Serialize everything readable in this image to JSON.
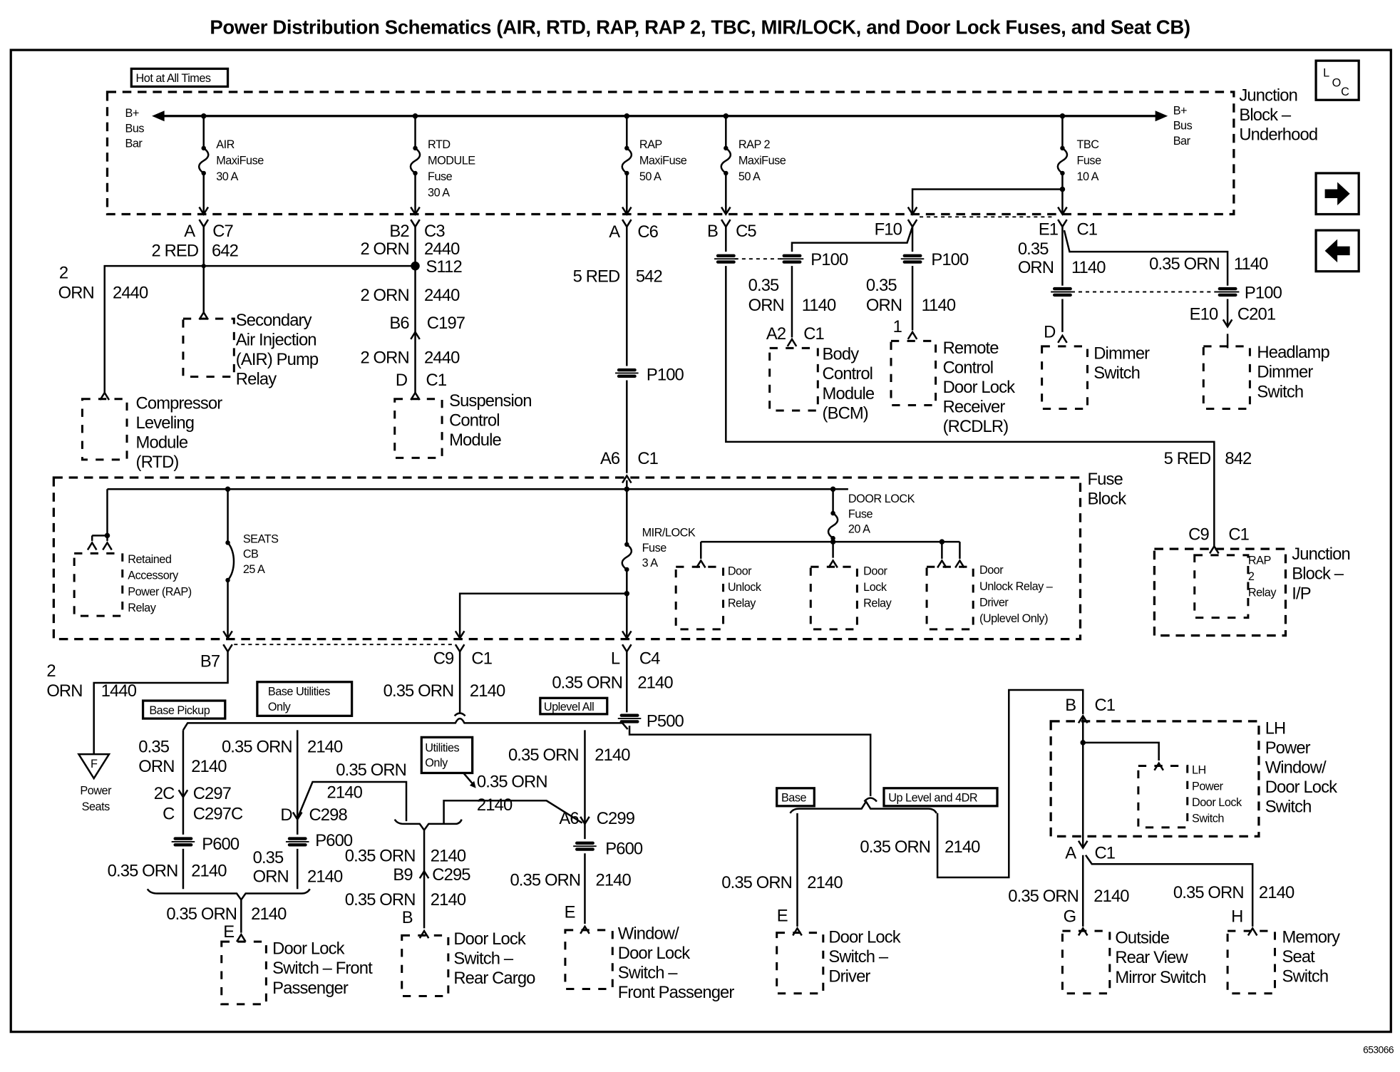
{
  "title": "Power Distribution Schematics (AIR, RTD, RAP, RAP 2, TBC, MIR/LOCK, and Door Lock Fuses, and Seat CB)",
  "figure_number": "653066",
  "loc_icon": [
    "L",
    "O",
    "C"
  ],
  "nav": {
    "next_icon": "arrow-right-icon",
    "prev_icon": "arrow-left-icon"
  },
  "badges": {
    "hot_at_all_times": "Hot at All Times",
    "base_pickup": "Base Pickup",
    "base_utilities_only": [
      "Base Utilities",
      "Only"
    ],
    "uplevel_all": "Uplevel All",
    "utilities_only": [
      "Utilities",
      "Only"
    ],
    "base": "Base",
    "up_level_4dr": "Up Level and 4DR"
  },
  "power_seats_pin": "F",
  "blocks": {
    "jb_underhood": [
      "Junction",
      "Block –",
      "Underhood"
    ],
    "fuse_block": [
      "Fuse",
      "Block"
    ],
    "jb_ip": [
      "Junction",
      "Block –",
      "I/P"
    ],
    "lh_window": [
      "LH",
      "Power",
      "Window/",
      "Door Lock",
      "Switch"
    ]
  },
  "bus_bar": {
    "left": [
      "B+",
      "Bus",
      "Bar"
    ],
    "right": [
      "B+",
      "Bus",
      "Bar"
    ]
  },
  "fuses": {
    "air": [
      "AIR",
      "MaxiFuse",
      "30 A"
    ],
    "rtd": [
      "RTD",
      "MODULE",
      "Fuse",
      "30 A"
    ],
    "rap": [
      "RAP",
      "MaxiFuse",
      "50 A"
    ],
    "rap2": [
      "RAP 2",
      "MaxiFuse",
      "50 A"
    ],
    "tbc": [
      "TBC",
      "Fuse",
      "10 A"
    ],
    "seats": [
      "SEATS",
      "CB",
      "25 A"
    ],
    "mir_lock": [
      "MIR/LOCK",
      "Fuse",
      "3 A"
    ],
    "door_lock": [
      "DOOR LOCK",
      "Fuse",
      "20 A"
    ]
  },
  "components": {
    "secondary_air": [
      "Secondary",
      "Air Injection",
      "(AIR) Pump",
      "Relay"
    ],
    "compressor": [
      "Compressor",
      "Leveling",
      "Module",
      "(RTD)"
    ],
    "suspension": [
      "Suspension",
      "Control",
      "Module"
    ],
    "bcm": [
      "Body",
      "Control",
      "Module",
      "(BCM)"
    ],
    "rcdlr": [
      "Remote",
      "Control",
      "Door Lock",
      "Receiver",
      "(RCDLR)"
    ],
    "dimmer": [
      "Dimmer",
      "Switch"
    ],
    "headlamp": [
      "Headlamp",
      "Dimmer",
      "Switch"
    ],
    "rap_relay": [
      "Retained",
      "Accessory",
      "Power (RAP)",
      "Relay"
    ],
    "door_unlock": [
      "Door",
      "Unlock",
      "Relay"
    ],
    "door_lock_relay": [
      "Door",
      "Lock",
      "Relay"
    ],
    "driver_relay": [
      "Door",
      "Unlock Relay –",
      "Driver",
      "(Uplevel Only)"
    ],
    "rap2_relay": [
      "RAP",
      "2",
      "Relay"
    ],
    "lh_pdl_switch": [
      "LH",
      "Power",
      "Door Lock",
      "Switch"
    ],
    "power_seats": [
      "Power",
      "Seats"
    ],
    "dls_front": [
      "Door Lock",
      "Switch – Front",
      "Passenger"
    ],
    "dls_rear": [
      "Door Lock",
      "Switch –",
      "Rear Cargo"
    ],
    "window_dls": [
      "Window/",
      "Door Lock",
      "Switch –",
      "Front Passenger"
    ],
    "dls_driver": [
      "Door Lock",
      "Switch –",
      "Driver"
    ],
    "mirror_switch": [
      "Outside",
      "Rear View",
      "Mirror Switch"
    ],
    "memory_seat": [
      "Memory",
      "Seat",
      "Switch"
    ]
  },
  "wire_labels": [
    "A",
    "C7",
    "2 RED",
    "642",
    "2",
    "ORN",
    "2440",
    "B2",
    "C3",
    "2 ORN",
    "2440",
    "S112",
    "2 ORN",
    "2440",
    "B6",
    "C197",
    "2 ORN",
    "2440",
    "D",
    "C1",
    "A",
    "C6",
    "5 RED",
    "542",
    "P100",
    "A6",
    "C1",
    "B",
    "C5",
    "P100",
    "0.35",
    "ORN",
    "1140",
    "A2",
    "C1",
    "F10",
    "P100",
    "0.35",
    "ORN",
    "1140",
    "1",
    "E1",
    "C1",
    "0.35",
    "ORN",
    "1140",
    "0.35 ORN",
    "1140",
    "P100",
    "E10",
    "C201",
    "D",
    "5 RED",
    "842",
    "C9",
    "C1",
    "B7",
    "2",
    "ORN",
    "1440",
    "C9",
    "C1",
    "0.35 ORN",
    "2140",
    "L",
    "C4",
    "0.35 ORN",
    "2140",
    "P500",
    "0.35",
    "ORN",
    "2140",
    "0.35 ORN",
    "2140",
    "0.35 ORN",
    "2140",
    "0.35 ORN",
    "2140",
    "0.35 ORN",
    "2140",
    "2C",
    "C297",
    "C",
    "C297C",
    "D",
    "C298",
    "A6",
    "C299",
    "P600",
    "P600",
    "P600",
    "0.35",
    "ORN",
    "2140",
    "0.35 ORN",
    "2140",
    "0.35 ORN",
    "2140",
    "B9",
    "C295",
    "0.35 ORN",
    "2140",
    "0.35 ORN",
    "2140",
    "0.35 ORN",
    "2140",
    "B",
    "E",
    "E",
    "0.35 ORN",
    "2140",
    "0.35 ORN",
    "2140",
    "E",
    "B",
    "C1",
    "A",
    "C1",
    "0.35 ORN",
    "2140",
    "0.35 ORN",
    "2140",
    "G",
    "H"
  ]
}
